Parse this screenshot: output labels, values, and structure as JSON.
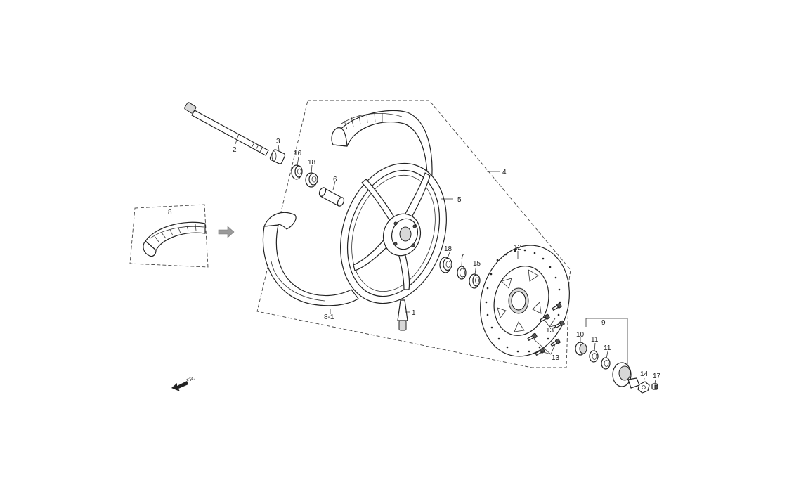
{
  "diagram": {
    "labels": {
      "l1a": "1",
      "l2": "2",
      "l3": "3",
      "l4": "4",
      "l5": "5",
      "l6": "6",
      "l7": "7",
      "l8": "8",
      "l8_1": "8-1",
      "l9": "9",
      "l10": "10",
      "l11a": "11",
      "l11b": "11",
      "l12": "12",
      "l13a": "13",
      "l13b": "13",
      "l14": "14",
      "l15": "15",
      "l16": "16",
      "l17": "17",
      "l18a": "18",
      "l18b": "18"
    },
    "front_marker": "FR."
  }
}
